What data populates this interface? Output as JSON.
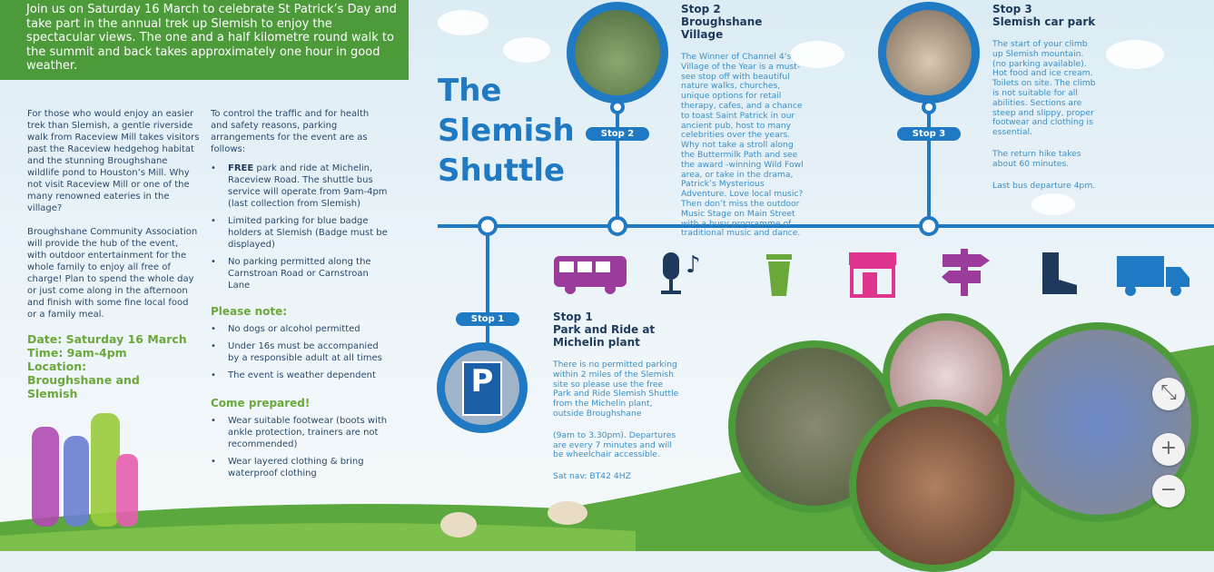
{
  "intro": "Join us on Saturday 16 March to celebrate St Patrick’s Day and take part in the annual trek up Slemish to enjoy the spectacular views. The one and a half kilometre round walk to the summit and back takes approximately one hour in good weather.",
  "col1": {
    "p1": "For those who would enjoy an easier trek than Slemish, a gentle riverside walk from Raceview Mill takes visitors past the Raceview hedgehog habitat and the stunning Broughshane wildlife pond to Houston’s Mill. Why not visit Raceview Mill or one of the many renowned eateries in the village?",
    "p2": "Broughshane Community Association will provide the hub of the event, with outdoor entertainment for the whole family to enjoy all free of charge! Plan to spend the whole day or just come along in the afternoon and finish with some fine local food or a family meal.",
    "date": "Date: Saturday 16 March",
    "time": "Time: 9am-4pm",
    "location": "Location: Broughshane and Slemish"
  },
  "col2": {
    "intro": "To control the traffic and for health and safety reasons, parking arrangements for the event are as follows:",
    "parking": [
      {
        "bold": "FREE",
        "text": " park and ride at Michelin, Raceview Road. The shuttle bus service will operate from 9am-4pm (last collection from Slemish)"
      },
      {
        "text": "Limited parking for blue badge holders at Slemish (Badge must be displayed)"
      },
      {
        "text": "No parking permitted along the Carnstroan Road or Carnstroan Lane"
      }
    ],
    "note_heading": "Please note:",
    "notes": [
      "No dogs or alcohol permitted",
      "Under 16s must be accompanied by a responsible adult at all times",
      "The event is weather dependent"
    ],
    "prepared_heading": "Come prepared!",
    "prepared": [
      "Wear suitable footwear (boots with ankle protection, trainers are not recommended)",
      "Wear layered clothing & bring waterproof clothing"
    ]
  },
  "title": [
    "The",
    "Slemish",
    "Shuttle"
  ],
  "stops": [
    {
      "pill": "Stop 1",
      "heading": "Stop 1",
      "name": "Park and Ride at Michelin plant",
      "text": "There is no permitted parking within 2 miles of the Slemish site so please use the free Park and Ride Slemish Shuttle from the Michelin plant, outside Broughshane",
      "text2": "(9am to 3.30pm). Departures are every 7 minutes and will be wheelchair accessible.",
      "text3": "Sat nav: BT42 4HZ"
    },
    {
      "pill": "Stop 2",
      "heading": "Stop 2",
      "name": "Broughshane Village",
      "text": "The Winner of Channel 4’s Village of the Year is a must-see stop off with beautiful nature walks, churches, unique options for retail therapy, cafes, and a chance to toast Saint Patrick in our ancient pub, host to many celebrities over the years. Why not take a stroll along the Buttermilk Path and see the award -winning Wild Fowl area, or take in the drama, Patrick’s Mysterious Adventure. Love local music? Then don’t miss the outdoor Music Stage on Main Street with a busy programme of traditional music and dance."
    },
    {
      "pill": "Stop 3",
      "heading": "Stop 3",
      "name": "Slemish car park",
      "text": "The start of your climb up Slemish mountain. (no parking available). Hot food and ice cream. Toilets on site. The climb is not suitable for all abilities. Sections are steep and slippy, proper footwear and clothing is essential.",
      "text2": "The return hike takes about 60 minutes.",
      "text3": "Last bus departure 4pm."
    }
  ],
  "icons": [
    "bus-icon",
    "microphone-music-icon",
    "coffee-cup-icon",
    "shop-icon",
    "signpost-icon",
    "boot-icon",
    "van-icon"
  ],
  "zoom_controls": {
    "fit": "⤡",
    "in": "+",
    "out": "−"
  },
  "colors": {
    "green": "#4c9a3a",
    "blue": "#1f7ac3",
    "navy": "#1d3a5c",
    "purple": "#9b3b9b",
    "pink": "#e0358f"
  }
}
